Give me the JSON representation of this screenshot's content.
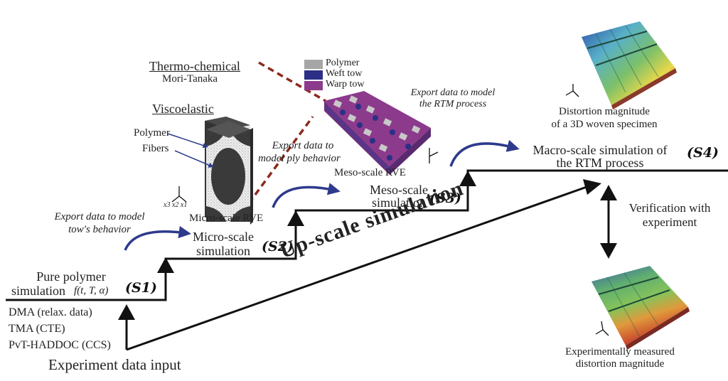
{
  "diagram": {
    "title": "Multi-scale up-scale simulation workflow",
    "steps": [
      {
        "id": "S1",
        "label": "(S1)",
        "title_line1": "Pure polymer",
        "title_line2": "simulation",
        "formula": "f(t, T, α)"
      },
      {
        "id": "S2",
        "label": "(S2)",
        "title_line1": "Micro-scale",
        "title_line2": "simulation"
      },
      {
        "id": "S3",
        "label": "(S3)",
        "title_line1": "Meso-scale",
        "title_line2": "simulation"
      },
      {
        "id": "S4",
        "label": "(S4)",
        "title_line1": "Macro-scale simulation of",
        "title_line2": "the RTM process"
      }
    ],
    "experiment_inputs": [
      "DMA (relax. data)",
      "TMA (CTE)",
      "PvT-HADDOC (CCS)"
    ],
    "experiment_label": "Experiment data input",
    "upscale_label": "Up-scale simulation",
    "export_labels": {
      "s1_to_s2": [
        "Export data to model",
        "tow's behavior"
      ],
      "s2_to_s3": [
        "Export data to",
        "model ply behavior"
      ],
      "s3_to_s4": [
        "Export data to model",
        "the RTM process"
      ]
    },
    "micro": {
      "header_thermo": "Thermo-chemical",
      "sub_thermo": "Mori-Tanaka",
      "header_visco": "Viscoelastic",
      "polymer_label": "Polymer",
      "fibers_label": "Fibers",
      "rve_label": "Micro-scale RVE"
    },
    "meso": {
      "legend": [
        {
          "label": "Polymer",
          "color": "#a6a6a6"
        },
        {
          "label": "Weft tow",
          "color": "#2b2f86"
        },
        {
          "label": "Warp tow",
          "color": "#8c3a8c"
        }
      ],
      "rve_label": "Meso-scale RVE"
    },
    "macro": {
      "sim_caption": [
        "Distortion magnitude",
        "of a 3D woven specimen"
      ],
      "exp_caption": [
        "Experimentally measured",
        "distortion magnitude"
      ],
      "verification": [
        "Verification with",
        "experiment"
      ]
    },
    "axes": {
      "x1": "x1",
      "x2": "x2",
      "x3": "x3"
    },
    "colors": {
      "arrow_blue": "#2e3a8c",
      "dash_red": "#8b2b1e",
      "line": "#111111"
    }
  }
}
